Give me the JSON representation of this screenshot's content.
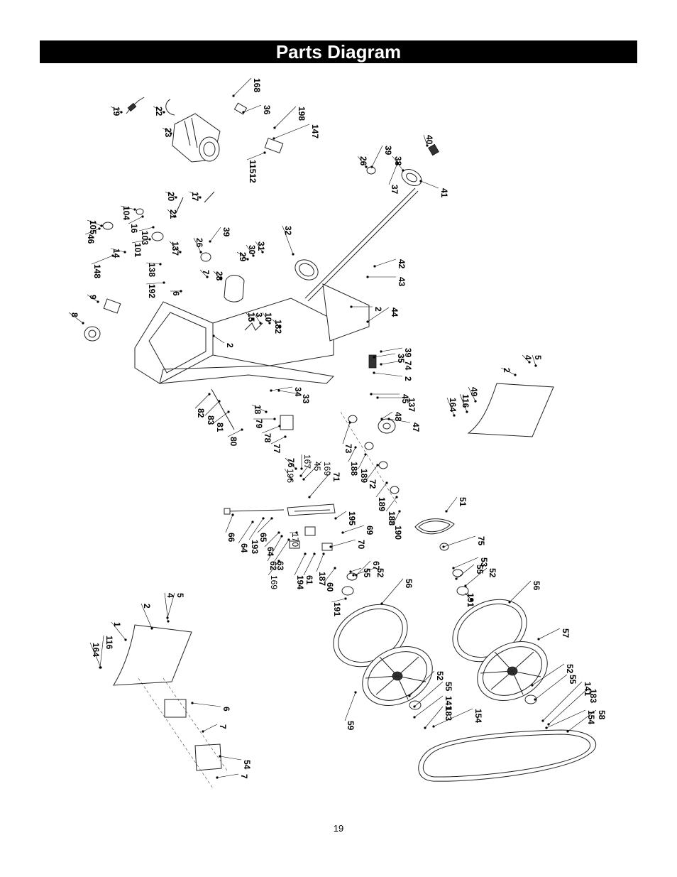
{
  "header": {
    "title": "Parts Diagram"
  },
  "footer": {
    "page_number": "19"
  },
  "callouts": [
    "19",
    "22",
    "23",
    "168",
    "36",
    "198",
    "147",
    "11512",
    "40",
    "39",
    "38",
    "26",
    "37",
    "41",
    "20",
    "17",
    "21",
    "104",
    "16",
    "103",
    "101",
    "46",
    "105",
    "14",
    "148",
    "138",
    "137",
    "192",
    "6",
    "26",
    "39",
    "7",
    "28",
    "32",
    "29",
    "30",
    "31",
    "42",
    "43",
    "9",
    "8",
    "15",
    "3",
    "10",
    "182",
    "2",
    "44",
    "2",
    "35",
    "39",
    "74",
    "2",
    "45",
    "137",
    "48",
    "47",
    "4",
    "5",
    "2",
    "49",
    "116",
    "164",
    "34",
    "33",
    "18",
    "79",
    "78",
    "77",
    "82",
    "83",
    "81",
    "80",
    "76",
    "196",
    "167",
    "45",
    "169",
    "71",
    "73",
    "188",
    "189",
    "72",
    "189",
    "188",
    "190",
    "51",
    "66",
    "193",
    "65",
    "64",
    "62",
    "63",
    "64",
    "195",
    "69",
    "70",
    "194",
    "61",
    "187",
    "60",
    "191",
    "55",
    "52",
    "67",
    "56",
    "170",
    "169",
    "75",
    "53",
    "55",
    "52",
    "191",
    "56",
    "57",
    "52",
    "55",
    "141",
    "183",
    "154",
    "58",
    "1",
    "2",
    "4",
    "5",
    "116",
    "164",
    "6",
    "7",
    "54",
    "7",
    "52",
    "55",
    "141",
    "183",
    "154",
    "59"
  ]
}
